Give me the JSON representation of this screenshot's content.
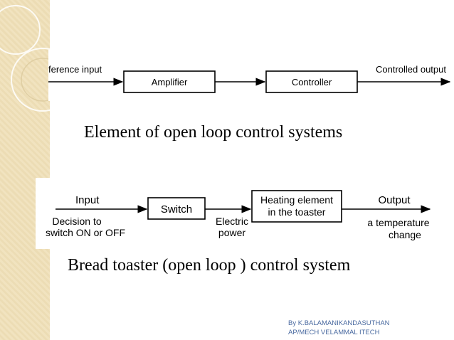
{
  "diagram1": {
    "input_label": "ference input",
    "block1": "Amplifier",
    "block2": "Controller",
    "output_label": "Controlled output",
    "caption": "Element of open loop control systems"
  },
  "diagram2": {
    "input_label": "Input",
    "input_desc_line1": "Decision to",
    "input_desc_line2": "switch ON or OFF",
    "block1": "Switch",
    "block2_line1": "Heating element",
    "block2_line2": "in the toaster",
    "mid_label_line1": "Electric",
    "mid_label_line2": "power",
    "output_label": "Output",
    "output_desc_line1": "a temperature",
    "output_desc_line2": "change",
    "caption": "Bread toaster (open loop ) control system"
  },
  "credit": {
    "line1": "By K.BALAMANIKANDASUTHAN",
    "line2": "AP/MECH VELAMMAL ITECH"
  }
}
